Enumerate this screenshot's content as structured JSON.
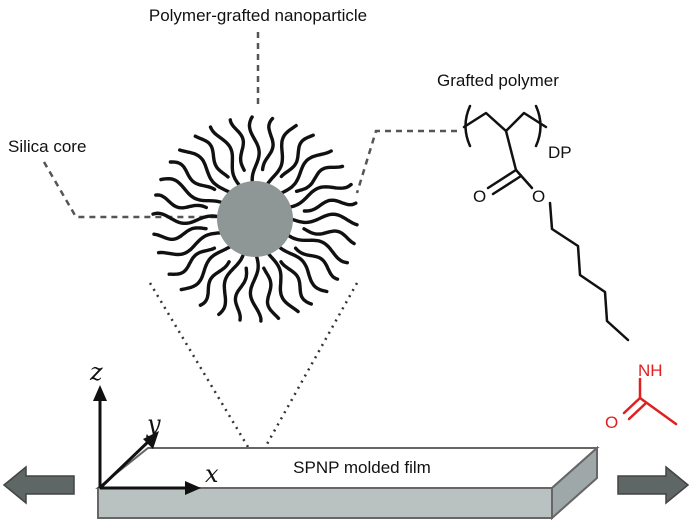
{
  "labels": {
    "nanoparticle": "Polymer-grafted nanoparticle",
    "silica_core": "Silica core",
    "grafted_polymer": "Grafted polymer",
    "film": "SPNP molded film"
  },
  "axes": {
    "x": "x",
    "y": "y",
    "z": "z"
  },
  "chemistry": {
    "dp": "DP",
    "carbonyl_o": "O",
    "ester_o": "O",
    "amide_nh": "NH",
    "amide_o": "O"
  },
  "colors": {
    "core": "#8e9696",
    "film_top": "#ffffff",
    "film_front": "#b9c1c1",
    "film_side": "#9fa8a8",
    "arrow": "#5f6666",
    "amide": "#e02020"
  }
}
